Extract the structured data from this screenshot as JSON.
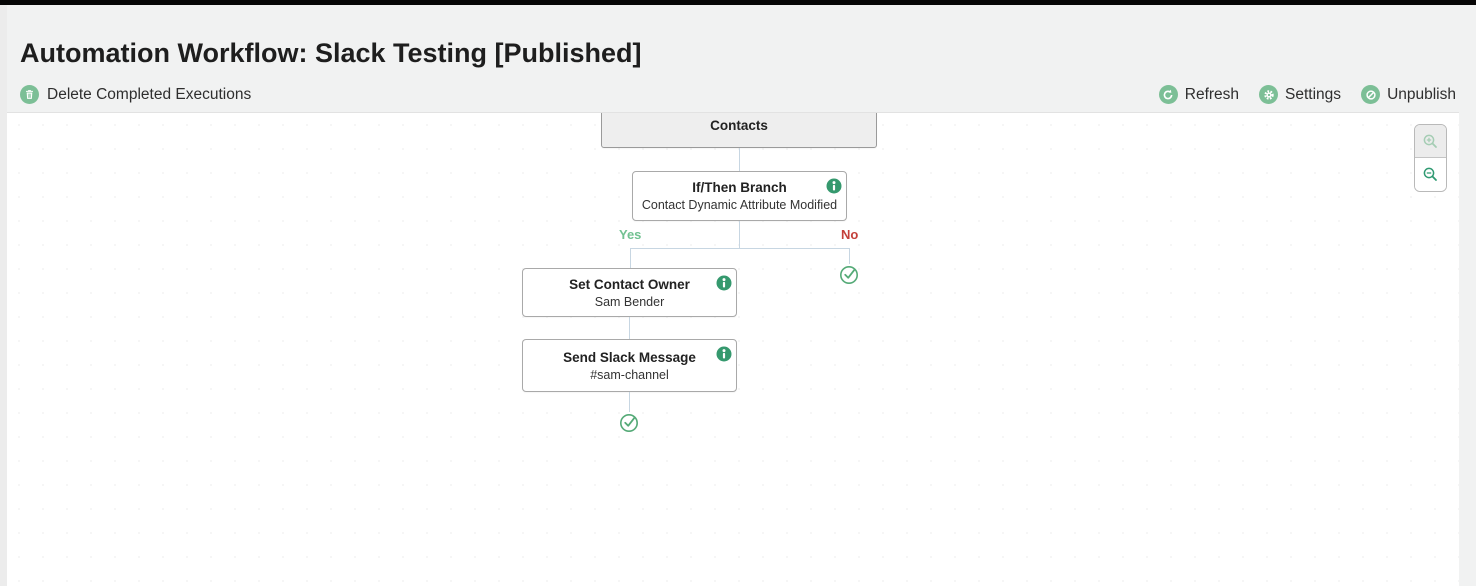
{
  "header": {
    "title": "Automation Workflow: Slack Testing [Published]"
  },
  "toolbar": {
    "left": [
      {
        "label": "Delete Completed Executions",
        "icon": "trash-icon"
      }
    ],
    "right": [
      {
        "label": "Refresh",
        "icon": "refresh-icon"
      },
      {
        "label": "Settings",
        "icon": "gear-icon"
      },
      {
        "label": "Unpublish",
        "icon": "unpublish-icon"
      }
    ]
  },
  "workflow": {
    "contacts": {
      "title": "Contacts"
    },
    "ifthen": {
      "title": "If/Then Branch",
      "subtitle": "Contact Dynamic Attribute Modified"
    },
    "set_owner": {
      "title": "Set Contact Owner",
      "subtitle": "Sam Bender"
    },
    "slack": {
      "title": "Send Slack Message",
      "subtitle": "#sam-channel"
    },
    "labels": {
      "yes": "Yes",
      "no": "No"
    }
  },
  "canvas_controls": {
    "zoom_in": "zoom-in",
    "zoom_out": "zoom-out"
  },
  "colors": {
    "accent_green": "#7cbf96",
    "info_green": "#35996e",
    "check_green": "#55aa77",
    "yes_green": "#71c191",
    "no_red": "#c4403a",
    "connector_blue": "#c7d6e2",
    "header_bg": "#f1f2f2",
    "canvas_bg": "#ffffff",
    "topbar_black": "#060606"
  }
}
